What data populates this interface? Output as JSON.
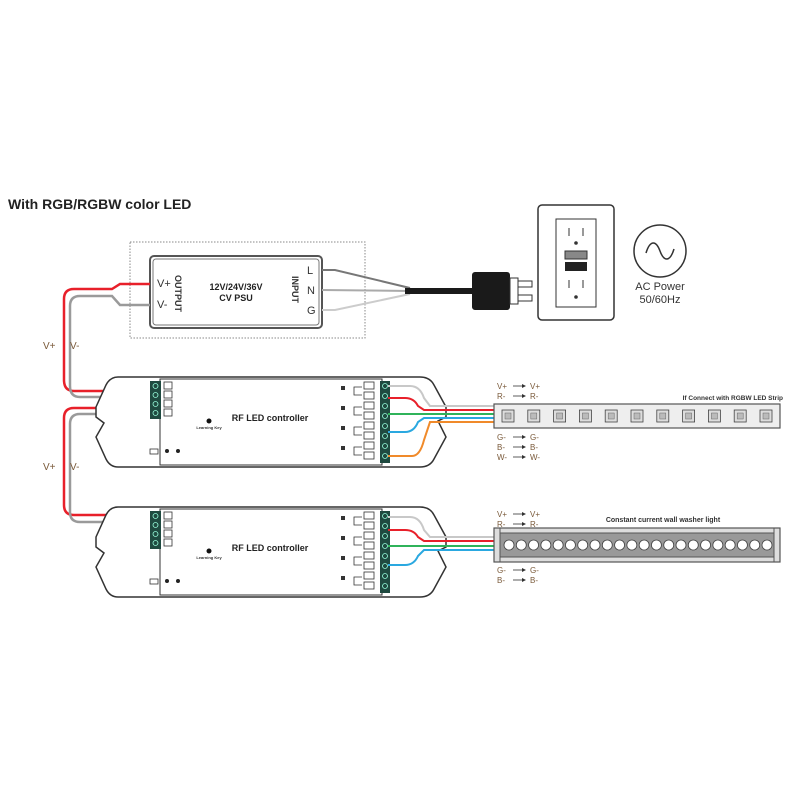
{
  "title": "With RGB/RGBW color LED",
  "psu": {
    "voltage_label": "12V/24V/36V",
    "type_label": "CV PSU",
    "output_label": "OUTPUT",
    "input_label": "INPUT",
    "out_plus": "V+",
    "out_minus": "V-",
    "in_l": "L",
    "in_n": "N",
    "in_g": "G"
  },
  "ac_power": {
    "line1": "AC Power",
    "line2": "50/60Hz"
  },
  "link_labels": {
    "plus": "V+",
    "minus": "V-"
  },
  "controllers": [
    {
      "label": "RF LED controller",
      "learning_key": "Learning Key"
    },
    {
      "label": "RF LED controller",
      "learning_key": "Learning Key"
    }
  ],
  "led_strip": {
    "caption": "If Connect with RGBW LED Strip",
    "mappings_top": [
      {
        "from": "V+",
        "to": "V+"
      },
      {
        "from": "R-",
        "to": "R-"
      }
    ],
    "mappings_bottom": [
      {
        "from": "G-",
        "to": "G-"
      },
      {
        "from": "B-",
        "to": "B-"
      },
      {
        "from": "W-",
        "to": "W-"
      }
    ],
    "led_count": 11
  },
  "wall_washer": {
    "caption": "Constant current wall washer light",
    "mappings_top": [
      {
        "from": "V+",
        "to": "V+"
      },
      {
        "from": "R-",
        "to": "R-"
      }
    ],
    "mappings_bottom": [
      {
        "from": "G-",
        "to": "G-"
      },
      {
        "from": "B-",
        "to": "B-"
      }
    ],
    "led_count": 22
  },
  "colors": {
    "red_wire": "#e8202a",
    "gray_wire": "#9a9a9a",
    "green_wire": "#2fb35a",
    "blue_wire": "#2aa8e0",
    "orange_wire": "#f08a2a",
    "terminal": "#1f4a40",
    "label_text": "#7a5a3a"
  }
}
